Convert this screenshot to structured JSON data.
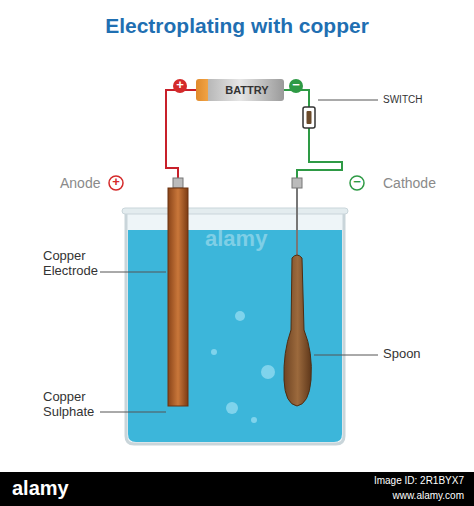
{
  "diagram": {
    "title": "Electroplating with copper",
    "nodes": [
      {
        "text": [
          "BATTRY"
        ]
      }
    ],
    "labels": [
      "+",
      "−",
      "SWITCH",
      "Anode",
      "+",
      "Cathode",
      "−",
      "Copper Electrode",
      "Spoon",
      "Copper Sulphate",
      "alamy",
      "alamy",
      "Image ID: 2R1BYX7",
      "www.alamy.com"
    ]
  }
}
